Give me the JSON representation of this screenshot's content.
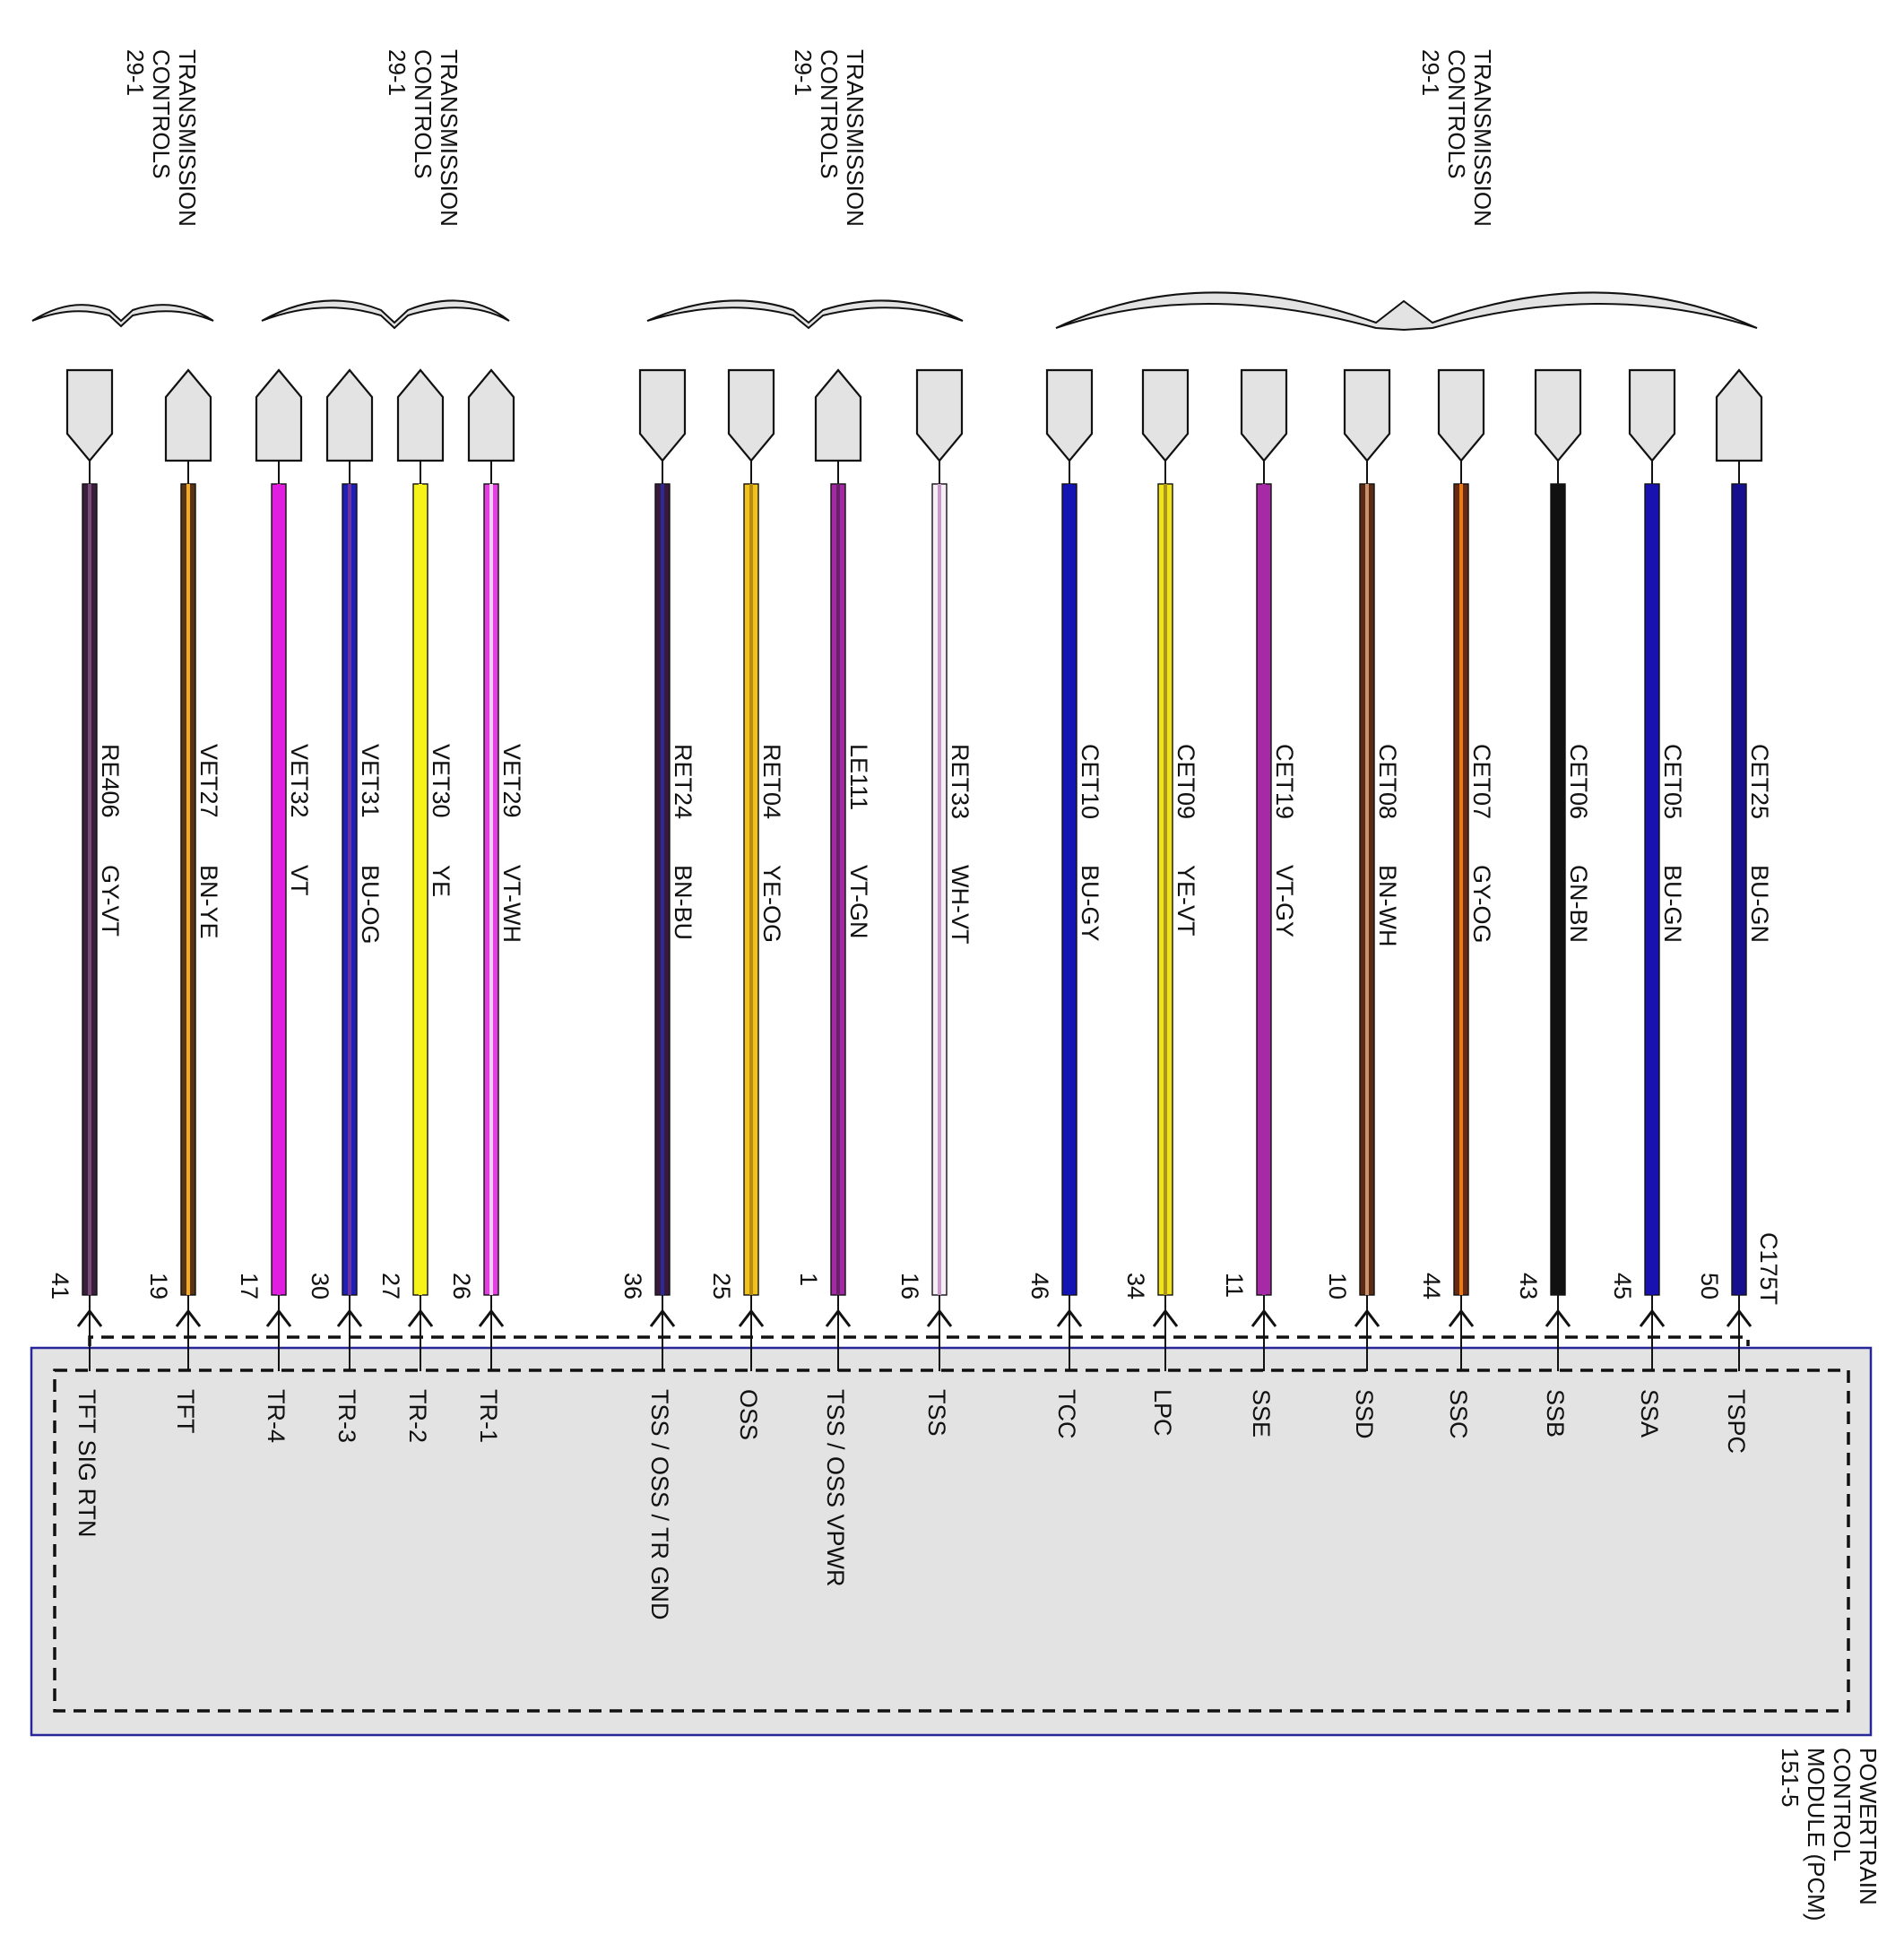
{
  "top_labels": [
    {
      "lines": [
        "TRANSMISSION",
        "CONTROLS",
        "29-1"
      ]
    },
    {
      "lines": [
        "TRANSMISSION",
        "CONTROLS",
        "29-1"
      ]
    },
    {
      "lines": [
        "TRANSMISSION",
        "CONTROLS",
        "29-1"
      ]
    },
    {
      "lines": [
        "TRANSMISSION",
        "CONTROLS",
        "29-1"
      ]
    }
  ],
  "module": {
    "lines": [
      "POWERTRAIN",
      "CONTROL",
      "MODULE (PCM)",
      "151-5"
    ],
    "connector": "C175T"
  },
  "wires": [
    {
      "circuit": "RE406",
      "color_code": "GY-VT",
      "pin": "41",
      "signal": "TFT SIG RTN",
      "color": "#3a1f3a",
      "stripe": "#7a4a7a",
      "connector_dir": "down"
    },
    {
      "circuit": "VET27",
      "color_code": "BN-YE",
      "pin": "19",
      "signal": "TFT",
      "color": "#5a3311",
      "stripe": "#f2a92f",
      "connector_dir": "up"
    },
    {
      "circuit": "VET32",
      "color_code": "VT",
      "pin": "17",
      "signal": "TR-4",
      "color": "#e01ee0",
      "stripe": "#e01ee0",
      "connector_dir": "up"
    },
    {
      "circuit": "VET31",
      "color_code": "BU-OG",
      "pin": "30",
      "signal": "TR-3",
      "color": "#1f1fb8",
      "stripe": "#6a34a0",
      "connector_dir": "up"
    },
    {
      "circuit": "VET30",
      "color_code": "YE",
      "pin": "27",
      "signal": "TR-2",
      "color": "#f6f21a",
      "stripe": "#f6f21a",
      "connector_dir": "up"
    },
    {
      "circuit": "VET29",
      "color_code": "VT-WH",
      "pin": "26",
      "signal": "TR-1",
      "color": "#e23ee2",
      "stripe": "#f7c9f7",
      "connector_dir": "up"
    },
    {
      "circuit": "RET24",
      "color_code": "BN-BU",
      "pin": "36",
      "signal": "TSS / OSS / TR GND",
      "color": "#3a1a3a",
      "stripe": "#2a2a9a",
      "connector_dir": "down"
    },
    {
      "circuit": "RET04",
      "color_code": "YE-OG",
      "pin": "25",
      "signal": "OSS",
      "color": "#f1c21a",
      "stripe": "#b88a12",
      "connector_dir": "down"
    },
    {
      "circuit": "LE111",
      "color_code": "VT-GN",
      "pin": "1",
      "signal": "TSS / OSS VPWR",
      "color": "#a42aa4",
      "stripe": "#6a1f6a",
      "connector_dir": "up"
    },
    {
      "circuit": "RET33",
      "color_code": "WH-VT",
      "pin": "16",
      "signal": "TSS",
      "color": "#f8eef8",
      "stripe": "#c79ac7",
      "connector_dir": "down"
    },
    {
      "circuit": "CET10",
      "color_code": "BU-GY",
      "pin": "46",
      "signal": "TCC",
      "color": "#1414b4",
      "stripe": "#1414b4",
      "connector_dir": "down"
    },
    {
      "circuit": "CET09",
      "color_code": "YE-VT",
      "pin": "34",
      "signal": "LPC",
      "color": "#f2e41a",
      "stripe": "#a8961a",
      "connector_dir": "down"
    },
    {
      "circuit": "CET19",
      "color_code": "VT-GY",
      "pin": "11",
      "signal": "SSE",
      "color": "#a62aa6",
      "stripe": "#a62aa6",
      "connector_dir": "down"
    },
    {
      "circuit": "CET08",
      "color_code": "BN-WH",
      "pin": "10",
      "signal": "SSD",
      "color": "#5a2a14",
      "stripe": "#c9926a",
      "connector_dir": "down"
    },
    {
      "circuit": "CET07",
      "color_code": "GY-OG",
      "pin": "44",
      "signal": "SSC",
      "color": "#6a2a10",
      "stripe": "#e87a1a",
      "connector_dir": "down"
    },
    {
      "circuit": "CET06",
      "color_code": "GN-BN",
      "pin": "43",
      "signal": "SSB",
      "color": "#111111",
      "stripe": "#111111",
      "connector_dir": "down"
    },
    {
      "circuit": "CET05",
      "color_code": "BU-GN",
      "pin": "45",
      "signal": "SSA",
      "color": "#1a12b0",
      "stripe": "#1a12b0",
      "connector_dir": "down"
    },
    {
      "circuit": "CET25",
      "color_code": "BU-GN",
      "pin": "50",
      "signal": "TSPC",
      "color": "#16108e",
      "stripe": "#16108e",
      "connector_dir": "up"
    }
  ]
}
